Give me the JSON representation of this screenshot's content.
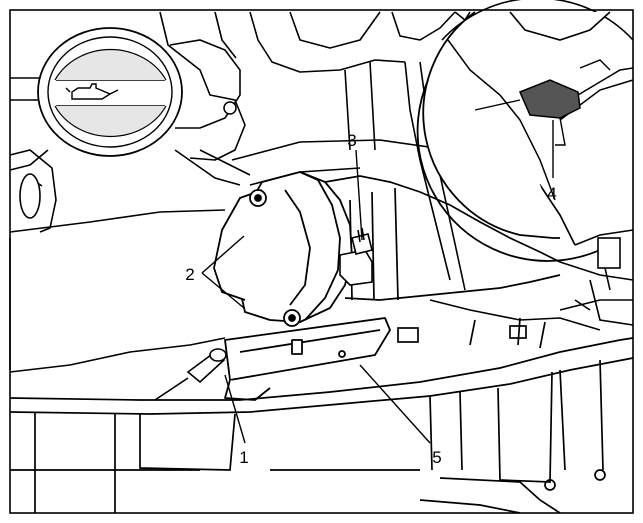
{
  "figure": {
    "style": "black line-art engine bay illustration with numbered callouts",
    "colors": {
      "line": "#000000",
      "background": "#ffffff",
      "shade": "#e6e6e6"
    },
    "icons": [
      "oil-can-icon"
    ],
    "callouts": [
      {
        "number": "1"
      },
      {
        "number": "2"
      },
      {
        "number": "3"
      },
      {
        "number": "4"
      },
      {
        "number": "5"
      }
    ]
  }
}
